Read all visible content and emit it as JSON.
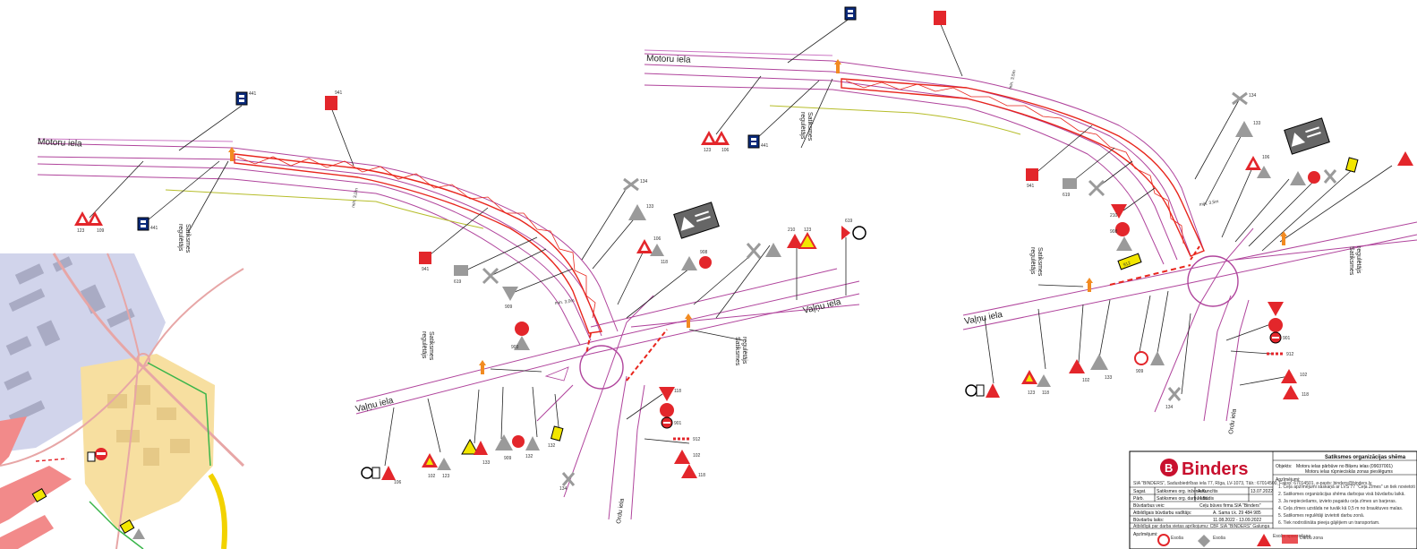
{
  "colors": {
    "road": "#b0449c",
    "road_light": "#cc77c4",
    "work_zone": "#e8251c",
    "sign_red": "#e3262b",
    "sign_grey": "#9a9a9a",
    "sign_navy": "#0a2a7a",
    "sign_yellow": "#f2e600",
    "marker_orange": "#f28b21",
    "green_line": "#b6bd2a",
    "map_blue": "#c9cce8",
    "map_yellow": "#f7dfa0"
  },
  "left_plan": {
    "street_motoru": "Motoru iela",
    "street_valnu": "Vaļņu iela",
    "street_ordu": "Ordu iela",
    "dimension": "min. 3,0m",
    "controller_a": "Satiksmes",
    "controller_b": "regulētājs",
    "sign_codes": [
      "123",
      "109",
      "441",
      "941",
      "619",
      "134",
      "133",
      "909",
      "106",
      "118",
      "908",
      "210",
      "123",
      "619",
      "903",
      "118",
      "123",
      "102",
      "133",
      "909",
      "132",
      "134",
      "118",
      "102",
      "901",
      "912",
      "106"
    ]
  },
  "right_plan": {
    "street_motoru": "Motoru iela",
    "street_valnu": "Vaļņu iela",
    "street_ordu": "Ordu iela",
    "dimension_a": "min. 3,5m",
    "dimension_b": "min. 3,5m",
    "controller_a": "Satiksmes",
    "controller_b": "regulētājs",
    "sign_codes": [
      "441",
      "941",
      "123",
      "106",
      "441",
      "941",
      "134",
      "133",
      "619",
      "106",
      "210",
      "908",
      "912",
      "123",
      "118",
      "102",
      "909",
      "133",
      "132",
      "134",
      "118",
      "102",
      "901",
      "912"
    ]
  },
  "title_block": {
    "header": "Satiksmes organizācijas shēma",
    "company": "Binders",
    "address": "SIA \"BINDERS\", Sadusbiedrības iela 77, Rīga, LV-1073, Tālr.: 67014500, Fakss: 67014501, e-pasts: binders@binders.lv",
    "object_label": "Objekts:",
    "object_value": "Motoru ielas pārbūve no Biķeru ielas (09037001)",
    "object_value_2": "Motoru ielas rūpnieciskās zonas pieslēgums",
    "notes_title": "Apzīmējumi:",
    "notes": [
      "1. Ceļa apzīmējumi saskaņā ar LVS 77 \"Ceļa Zīmes\" un tiek novietoti",
      "2. Satiksmes organizācijas shēma darbojas visā būvdarbu laikā.",
      "3. Ja nepieciešams, izvieto pagaidu ceļa zīmes un barjeras.",
      "4. Ceļa zīmes uzstāda ne tuvāk kā 0,5 m no brauktuves malas.",
      "5. Satiksmes regulētāji izvietoti darbu zonā.",
      "6. Tiek nodrošināta pieeja gājējiem un transportam."
    ],
    "rows": [
      {
        "label": "Sagat.",
        "role": "Satiksmes org. inženieris",
        "name": "A.Kuncītis",
        "date": "13.07.2022"
      },
      {
        "label": "Pārb.",
        "role": "Satiksmes org. darbu vad.",
        "name": "M.Budis",
        "date": ""
      }
    ],
    "contractor_label": "Būvdarbus veic:",
    "contractor_value": "Ceļu būves firma SIA \"Binders\"",
    "responsible_label": "Atbildīgais būvdarbu vadītājs:",
    "responsible_value": "A. Sama t.k. 29 484 985",
    "period_label": "Būvdarbu laiks:",
    "period_value": "11.08.2022 - 13.09.2022",
    "approver": "Atbildīgā par darba vietas aprīkojumu:   CBF SIA \"BINDERS\" Galunga",
    "legend_label": "Apzīmējumi:",
    "legend_items": [
      "Esoša",
      "Esoša",
      "Esoša apsezošana",
      "Darbu zona"
    ]
  }
}
